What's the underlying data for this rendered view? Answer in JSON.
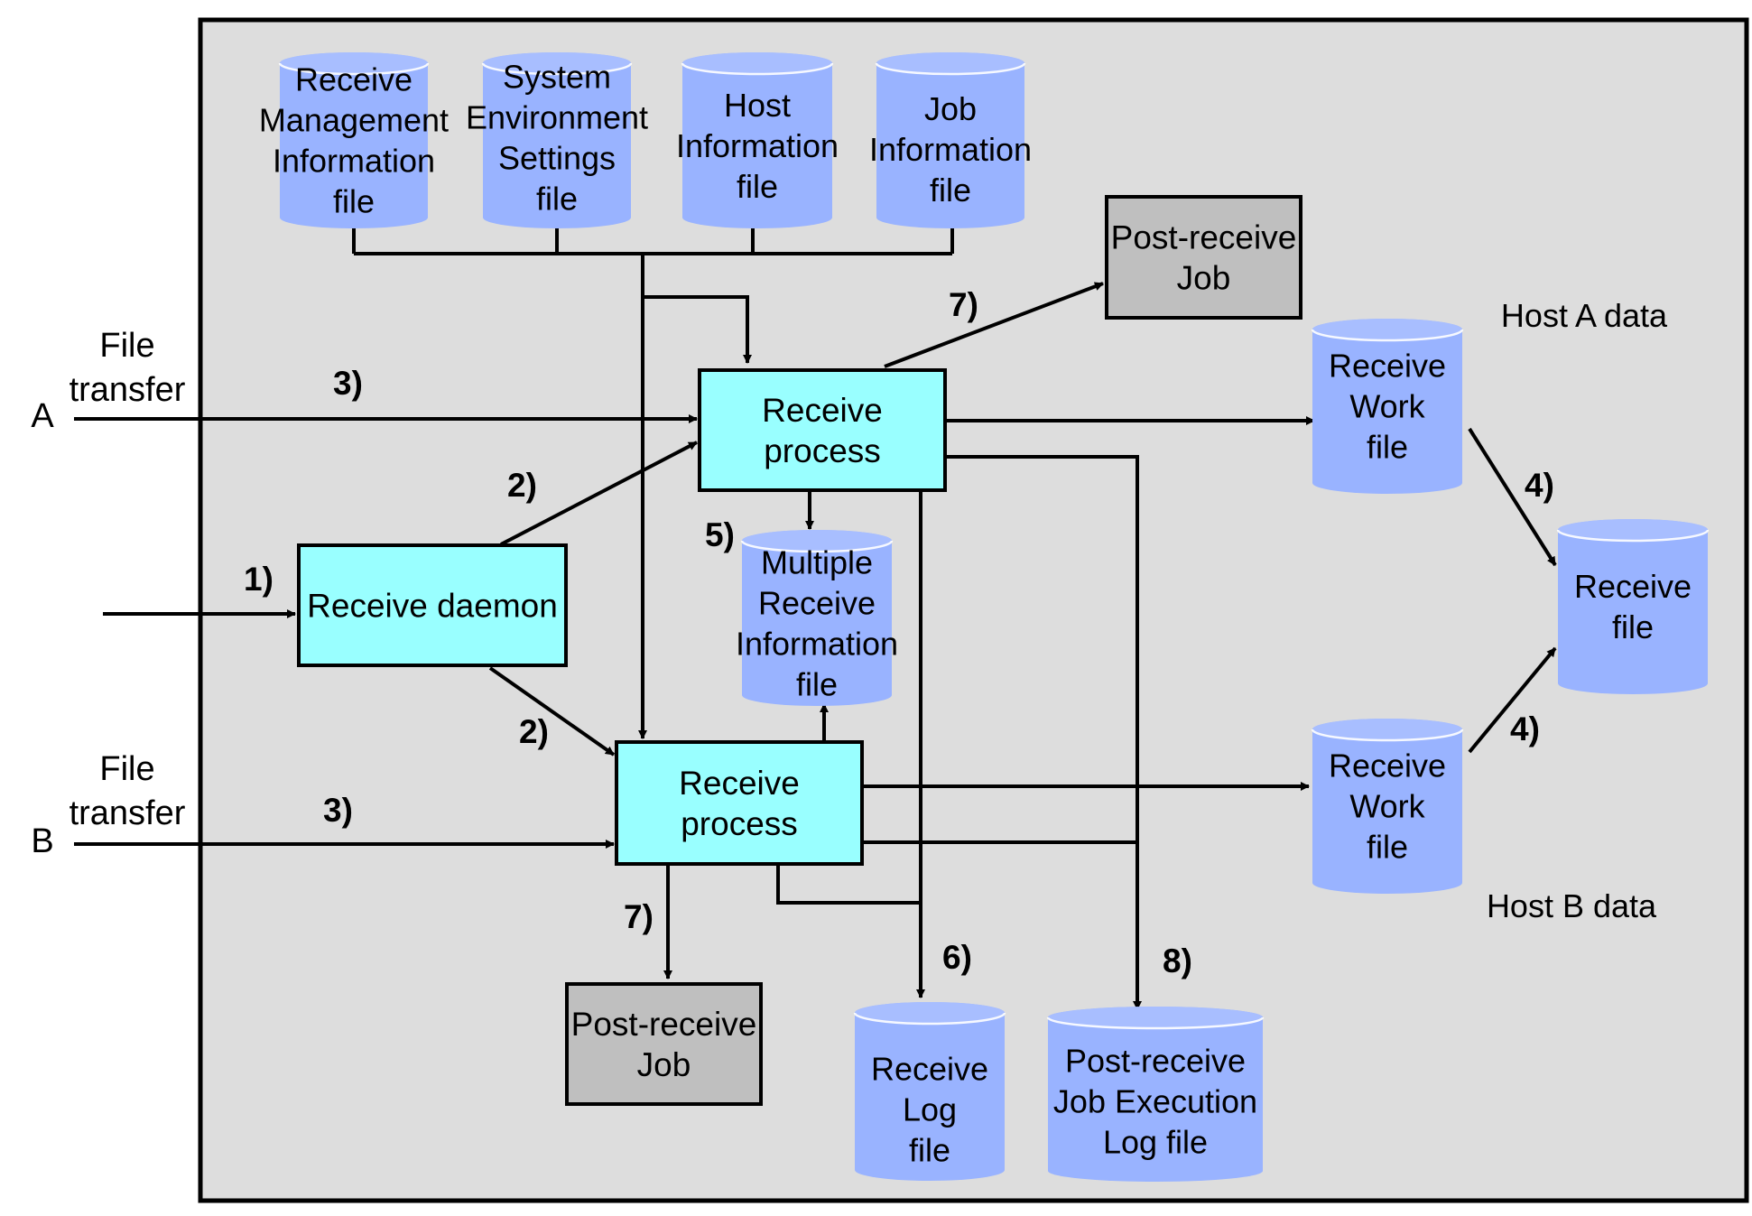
{
  "colors": {
    "background": "#DDDDDD",
    "process": "#99FFFF",
    "job": "#BFBFBF",
    "cylinder": "#99B3FF",
    "cylinder_top": "#A8BEFF"
  },
  "cylinders": {
    "rmi": [
      "Receive",
      "Management",
      "Information",
      "file"
    ],
    "ses": [
      "System",
      "Environment",
      "Settings",
      "file"
    ],
    "hi": [
      "Host",
      "Information",
      "file"
    ],
    "ji": [
      "Job",
      "Information",
      "file"
    ],
    "mri": [
      "Multiple",
      "Receive",
      "Information",
      "file"
    ],
    "rwa": [
      "Receive",
      "Work",
      "file"
    ],
    "rwb": [
      "Receive",
      "Work",
      "file"
    ],
    "rf": [
      "Receive",
      "file"
    ],
    "rl": [
      "Receive",
      "Log",
      "file"
    ],
    "prl": [
      "Post-receive",
      "Job Execution",
      "Log file"
    ]
  },
  "boxes": {
    "rpa": [
      "Receive",
      "process"
    ],
    "rpb": [
      "Receive",
      "process"
    ],
    "daemon": [
      "Receive daemon"
    ],
    "joba": [
      "Post-receive",
      "Job"
    ],
    "jobb": [
      "Post-receive",
      "Job"
    ]
  },
  "side_labels": {
    "file_transfer_a": [
      "File",
      "transfer"
    ],
    "file_transfer_b": [
      "File",
      "transfer"
    ],
    "host_a": "A",
    "host_b": "B",
    "host_a_data": "Host A data",
    "host_b_data": "Host B data"
  },
  "steps": {
    "s1": "1)",
    "s2a": "2)",
    "s2b": "2)",
    "s3a": "3)",
    "s3b": "3)",
    "s4a": "4)",
    "s4b": "4)",
    "s5": "5)",
    "s6": "6)",
    "s7a": "7)",
    "s7b": "7)",
    "s8": "8)"
  }
}
